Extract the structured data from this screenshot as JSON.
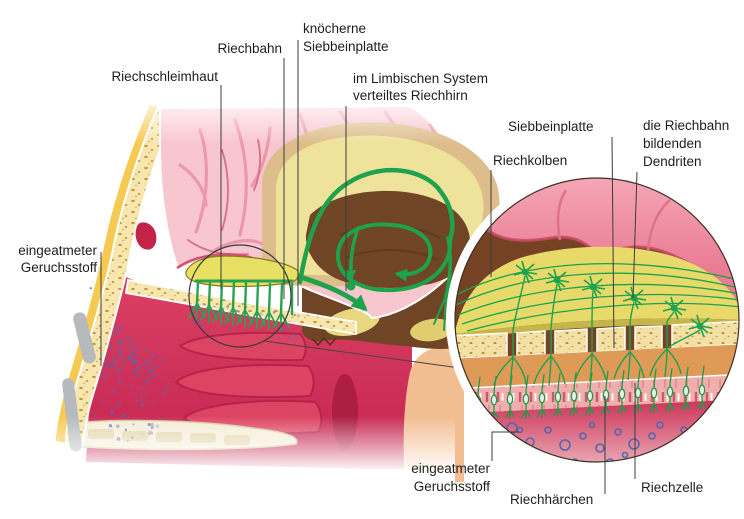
{
  "figure_title": "Riechsystem (olfactory system) anatomical diagram",
  "left_labels": {
    "riechschleimhaut": "Riechschleimhaut",
    "riechbahn": "Riechbahn",
    "knoecherne_siebbeinplatte_1": "knöcherne",
    "knoecherne_siebbeinplatte_2": "Siebbeinplatte",
    "limbisches_system_1": "im Limbischen System",
    "limbisches_system_2": "verteiltes Riechhirn",
    "eingeatmeter_geruchsstoff_1": "eingeatmeter",
    "eingeatmeter_geruchsstoff_2": "Geruchsstoff"
  },
  "inset_labels": {
    "siebbeinplatte": "Siebbeinplatte",
    "riechkolben": "Riechkolben",
    "riechbahn_dendriten_1": "die Riechbahn",
    "riechbahn_dendriten_2": "bildenden",
    "riechbahn_dendriten_3": "Dendriten",
    "eingeatmeter_geruchsstoff_1": "eingeatmeter",
    "eingeatmeter_geruchsstoff_2": "Geruchsstoff",
    "riechhaerchen": "Riechhärchen",
    "riechzelle": "Riechzelle"
  },
  "colors": {
    "pathway_green": "#1ea24c",
    "bone_yellow": "#f6ca52",
    "bone_speckle": "#c6953f",
    "brain_pink": "#f8c6cf",
    "cavity_red": "#d63a5c",
    "limbic_tan": "#debd8c",
    "limbic_yellow": "#efe29a",
    "inner_brown": "#6f4526",
    "bulb_yellow": "#e7da6b",
    "molecule_blue": "#5668ae",
    "label_text": "#1d1d1b"
  }
}
